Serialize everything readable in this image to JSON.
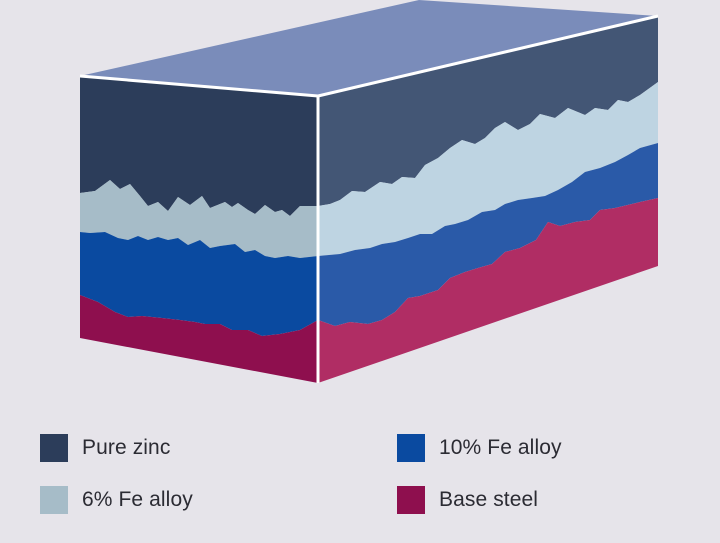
{
  "colors": {
    "pure_zinc": "#2c3d5a",
    "pure_zinc_side": "#435675",
    "alloy_6": "#a6bcc8",
    "alloy_6_side": "#bed4e2",
    "alloy_10": "#0a4aa0",
    "alloy_10_side": "#2a5aa8",
    "base_steel": "#8e0f4e",
    "base_steel_side": "#b02d64",
    "top_face": "#7a8cba",
    "edge": "#ffffff",
    "background": "#e6e4ea"
  },
  "legend": [
    {
      "label": "Pure zinc",
      "color": "#2c3d5a"
    },
    {
      "label": "10% Fe alloy",
      "color": "#0a4aa0"
    },
    {
      "label": "6% Fe alloy",
      "color": "#a6bcc8"
    },
    {
      "label": "Base steel",
      "color": "#8e0f4e"
    }
  ]
}
